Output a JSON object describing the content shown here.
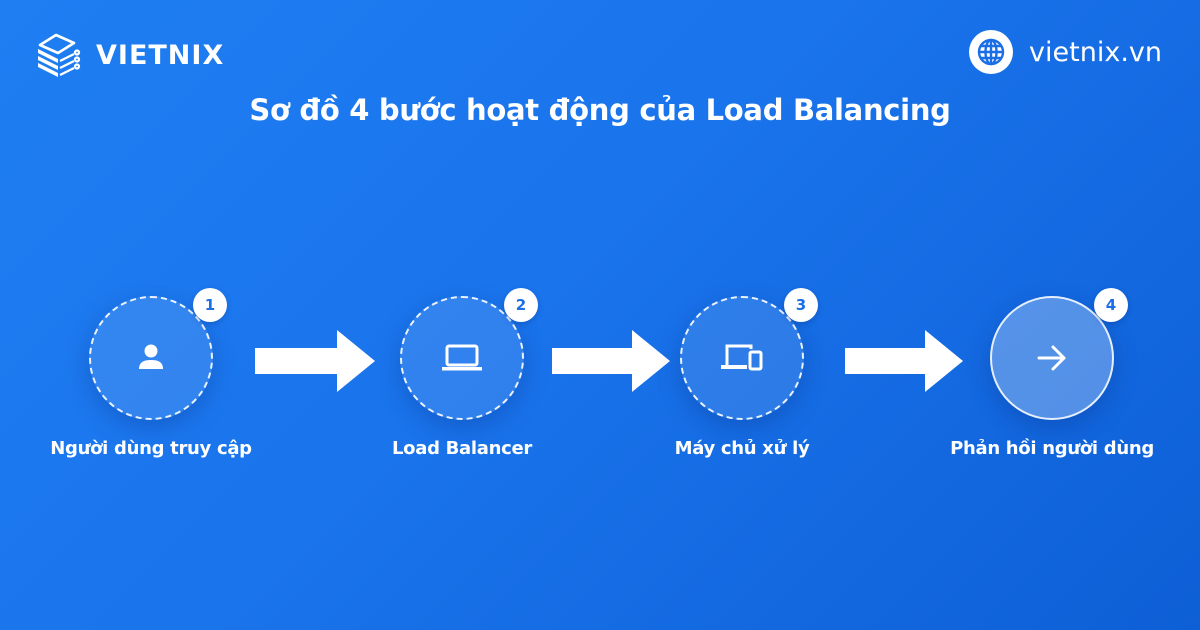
{
  "brand": {
    "logo_icon": "stacked-server-icon",
    "name": "VIETNIX"
  },
  "website": {
    "icon": "globe-icon",
    "url_text": "vietnix.vn"
  },
  "title": "Sơ đồ 4 bước hoạt động của Load Balancing",
  "colors": {
    "background_start": "#1f7ef2",
    "background_end": "#0e5fd6",
    "foreground": "#ffffff",
    "badge_text": "#1a6fe6"
  },
  "steps": [
    {
      "number": "1",
      "icon": "user-icon",
      "label": "Người dùng truy cập"
    },
    {
      "number": "2",
      "icon": "laptop-icon",
      "label": "Load Balancer"
    },
    {
      "number": "3",
      "icon": "devices-icon",
      "label": "Máy chủ xử lý"
    },
    {
      "number": "4",
      "icon": "arrow-right-icon",
      "label": "Phản hồi người dùng"
    }
  ],
  "connectors": [
    {
      "from": "1",
      "to": "2",
      "icon": "block-arrow-right-icon"
    },
    {
      "from": "2",
      "to": "3",
      "icon": "block-arrow-right-icon"
    },
    {
      "from": "3",
      "to": "4",
      "icon": "block-arrow-right-icon"
    }
  ]
}
